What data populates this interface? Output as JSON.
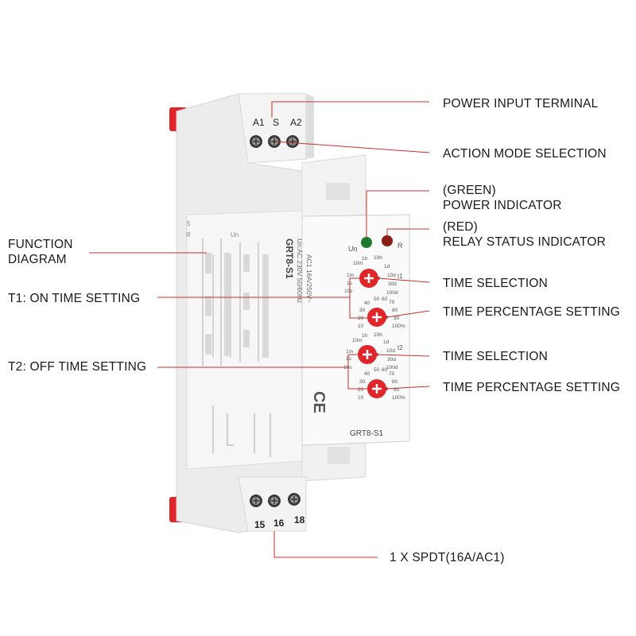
{
  "device": {
    "model": "GRT8-S1",
    "front_model": "GRT8-S1",
    "specs": [
      "Un:AC 230V 50/60Hz",
      "AC1 16A/250V~"
    ],
    "top_terminals": [
      "A1",
      "S",
      "A2"
    ],
    "bottom_terminals": [
      "15",
      "16",
      "18"
    ],
    "indicator_labels": {
      "power": "Un",
      "relay": "R"
    },
    "dial_t1_label": "t1",
    "dial_t2_label": "t2",
    "time_range_ticks": [
      "10m",
      "1h",
      "10h",
      "1d",
      "10d",
      "30d",
      "100d",
      "1s",
      "1m",
      "10s"
    ],
    "percent_ticks": [
      "40",
      "50",
      "60",
      "70",
      "80",
      "90",
      "30",
      "20",
      "10",
      "100%"
    ],
    "ce_mark": "CE",
    "colors": {
      "accent": "#e0252b",
      "power_led": "#1f7a2e",
      "relay_led": "#8a1d14",
      "leader": "#c8302c",
      "housing": "#f2f2f2"
    }
  },
  "annotations": {
    "power_input_terminal": "POWER INPUT TERMINAL",
    "action_mode_selection": "ACTION MODE SELECTION",
    "power_indicator_color": "(GREEN)",
    "power_indicator": "POWER INDICATOR",
    "relay_status_color": "(RED)",
    "relay_status_indicator": "RELAY STATUS INDICATOR",
    "function_diagram_1": "FUNCTION",
    "function_diagram_2": "DIAGRAM",
    "t1_on_time": "T1: ON TIME SETTING",
    "t2_off_time": "T2: OFF TIME SETTING",
    "time_selection_1": "TIME SELECTION",
    "time_percentage_1": "TIME PERCENTAGE SETTING",
    "time_selection_2": "TIME SELECTION",
    "time_percentage_2": "TIME PERCENTAGE SETTING",
    "spdt": "1 X SPDT(16A/AC1)"
  }
}
